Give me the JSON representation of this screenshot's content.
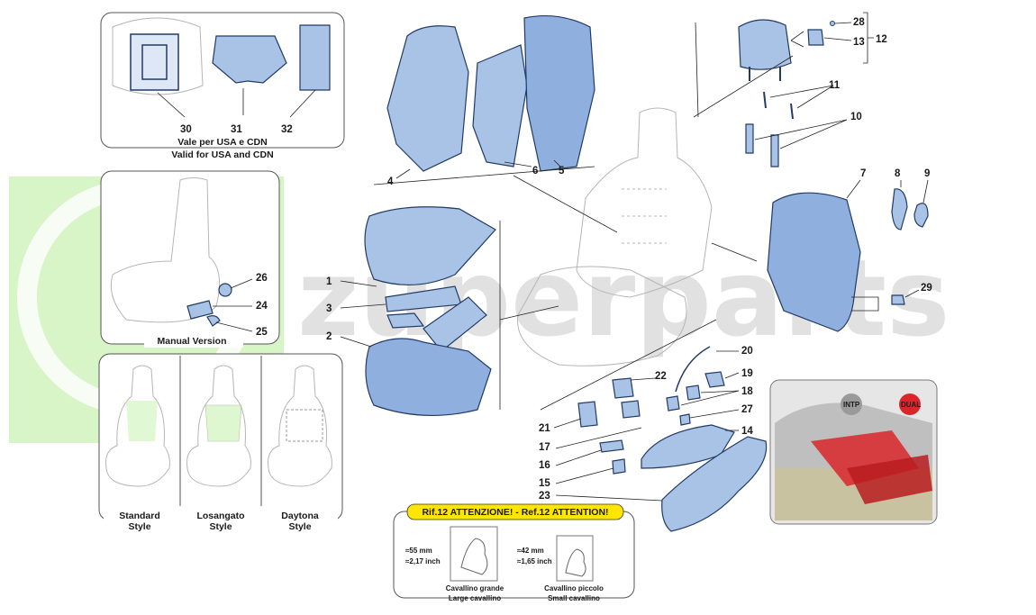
{
  "watermark": {
    "text": "zuperparts",
    "logo_letter": "Z"
  },
  "inset_usa": {
    "labels": [
      "30",
      "31",
      "32"
    ],
    "caption_line1": "Vale per USA e CDN",
    "caption_line2": "Valid for USA and CDN"
  },
  "inset_manual": {
    "labels": [
      "26",
      "24",
      "25"
    ],
    "caption": "Manual Version"
  },
  "inset_styles": {
    "styles": [
      {
        "line1": "Standard",
        "line2": "Style"
      },
      {
        "line1": "Losangato",
        "line2": "Style"
      },
      {
        "line1": "Daytona",
        "line2": "Style"
      }
    ]
  },
  "callouts": {
    "p1": "1",
    "p2": "2",
    "p3": "3",
    "p4": "4",
    "p5": "5",
    "p6": "6",
    "p7": "7",
    "p8": "8",
    "p9": "9",
    "p10": "10",
    "p11": "11",
    "p12": "12",
    "p13": "13",
    "p14": "14",
    "p15": "15",
    "p16": "16",
    "p17": "17",
    "p18": "18",
    "p19": "19",
    "p20": "20",
    "p21": "21",
    "p22": "22",
    "p23": "23",
    "p27": "27",
    "p28": "28",
    "p29": "29"
  },
  "photo_inset": {
    "badge_left": "INTP",
    "badge_right": "DUAL"
  },
  "attention": {
    "banner": "Rif.12 ATTENZIONE! - Ref.12 ATTENTION!",
    "large": {
      "dim1": "≈55 mm",
      "dim2": "≈2,17 inch",
      "name1": "Cavallino grande",
      "name2": "Large cavallino"
    },
    "small": {
      "dim1": "≈42 mm",
      "dim2": "≈1,65 inch",
      "name1": "Cavallino piccolo",
      "name2": "Small cavallino"
    }
  },
  "colors": {
    "part_fill": "#a9c3e6",
    "part_stroke": "#223a66",
    "watermark_green": "#c9f2b3",
    "banner_yellow": "#ffe600",
    "highlight_red": "#d9262a"
  }
}
